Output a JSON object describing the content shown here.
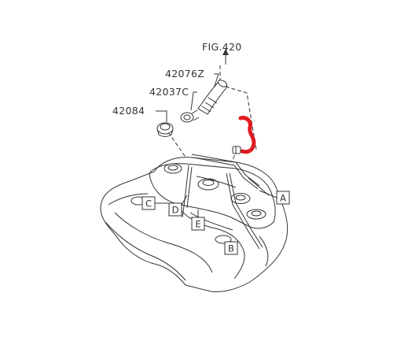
{
  "diagram": {
    "figure_ref": "FIG.420",
    "part_numbers": [
      "42076Z",
      "42037C",
      "42084"
    ],
    "callouts": [
      "A",
      "B",
      "C",
      "D",
      "E"
    ],
    "highlight_color": "#e01a22",
    "line_color": "#333333",
    "background_color": "#ffffff"
  }
}
